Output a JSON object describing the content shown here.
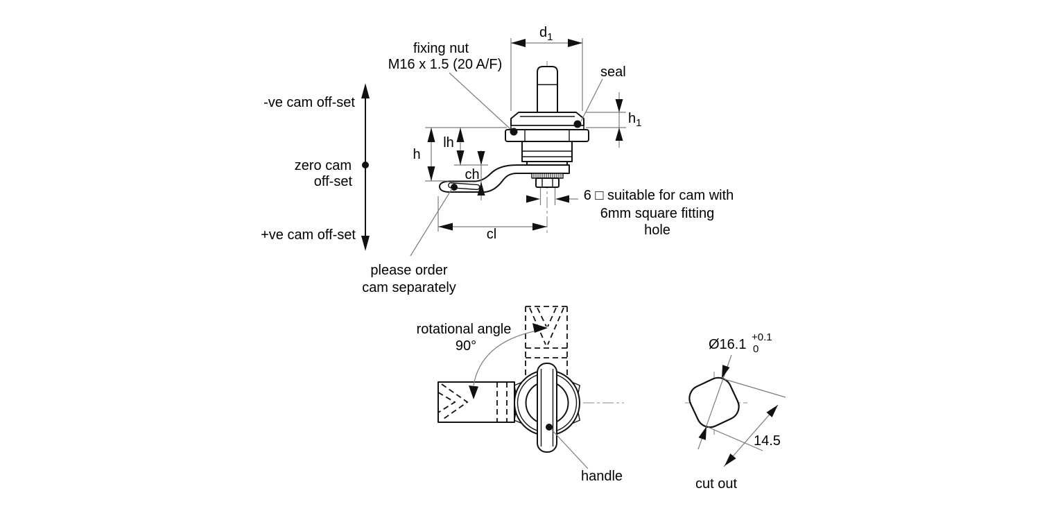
{
  "colors": {
    "background": "#ffffff",
    "outline": "#111111",
    "dimension_line": "#7a7a7a",
    "text": "#000000"
  },
  "offset_scale": {
    "negative_label": "-ve cam off-set",
    "zero_label_line1": "zero cam",
    "zero_label_line2": "off-set",
    "positive_label": "+ve cam off-set"
  },
  "side_view": {
    "fixing_nut_line1": "fixing nut",
    "fixing_nut_line2": "M16 x 1.5 (20 A/F)",
    "seal_label": "seal",
    "dimensions": {
      "d1_base": "d",
      "d1_sub": "1",
      "h1_base": "h",
      "h1_sub": "1",
      "h": "h",
      "lh": "lh",
      "ch": "ch",
      "cl": "cl"
    },
    "square_note_line1": "6 □ suitable for cam with",
    "square_note_line2": "6mm square fitting",
    "square_note_line3": "hole",
    "order_note_line1": "please order",
    "order_note_line2": "cam separately"
  },
  "top_view": {
    "rotation_label_line1": "rotational angle",
    "rotation_label_line2": "90°",
    "handle_label": "handle"
  },
  "cutout_view": {
    "diameter_label": "Ø16.1",
    "tolerance_upper": "+0.1",
    "tolerance_lower": "0",
    "across_dimension": "14.5",
    "caption": "cut out"
  }
}
